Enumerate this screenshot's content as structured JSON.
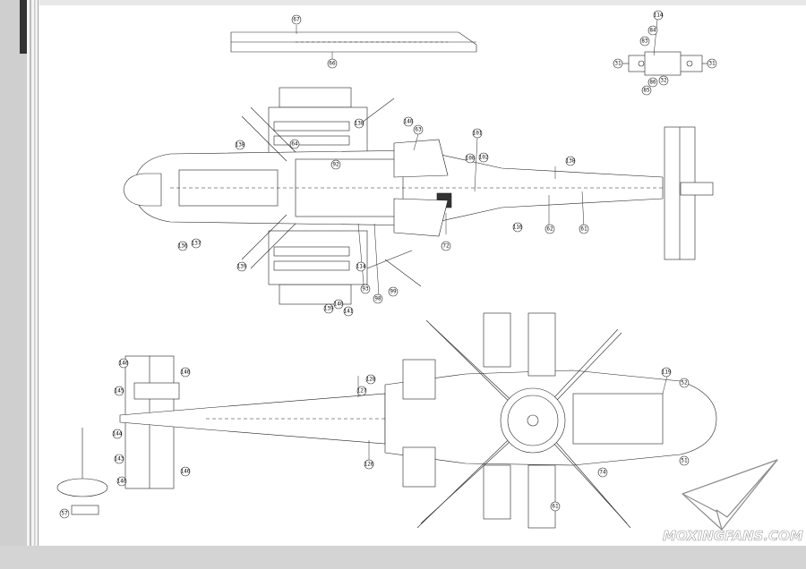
{
  "watermark": {
    "site": "MOXINGFANS.COM"
  },
  "callouts": {
    "c67": "67",
    "c66": "66",
    "c114": "114",
    "c84": "84",
    "c83": "83",
    "c31a": "31",
    "c31b": "31",
    "c86": "86",
    "c85": "85",
    "c32": "32",
    "c138a": "138",
    "c64": "64",
    "c138b": "138",
    "c140a": "140",
    "c63": "63",
    "c92": "92",
    "c101": "101",
    "c100": "100",
    "c102": "102",
    "c138c": "138",
    "c136": "136",
    "c137": "137",
    "c139a": "139",
    "c72": "72",
    "c116": "116",
    "c62": "62",
    "c61a": "61",
    "c114b": "114",
    "c93": "93",
    "c98": "98",
    "c99": "99",
    "c139b": "139",
    "c140b": "140",
    "c141": "141",
    "c146a": "146",
    "c146b": "146",
    "c145": "145",
    "c144": "144",
    "c143": "143",
    "c146c": "146",
    "c146d": "146",
    "c128": "128",
    "c127": "127",
    "c126": "126",
    "c119": "119",
    "c52": "52",
    "c74": "74",
    "c61b": "61",
    "c51": "51",
    "c57": "57"
  }
}
